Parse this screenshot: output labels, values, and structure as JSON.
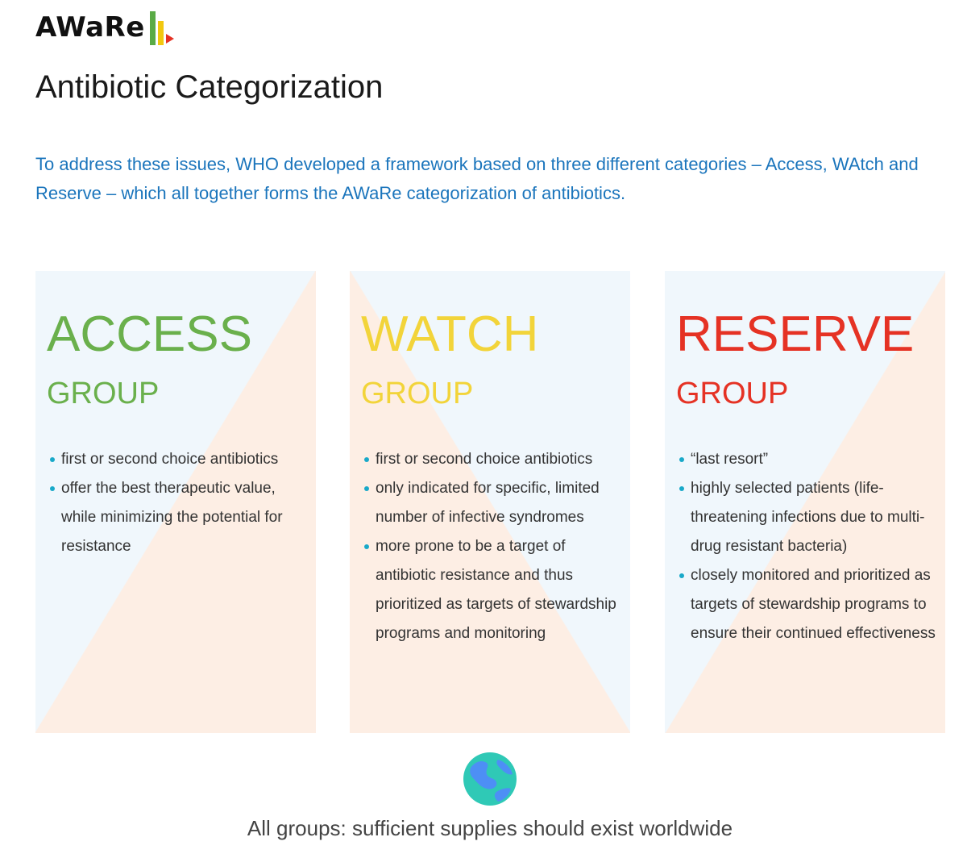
{
  "logo": {
    "text": "AWaRe",
    "icon": "aware-bars-icon"
  },
  "page_title": "Antibiotic Categorization",
  "intro": "To address these issues, WHO developed a framework based on three different categories – Access, WAtch and Reserve – which all together forms the AWaRe categorization of antibiotics.",
  "cards": [
    {
      "name": "ACCESS",
      "group": "GROUP",
      "color": "#6ab04c",
      "bullets": [
        "first or second choice antibiotics",
        "offer the best therapeutic value, while minimizing the potential for resistance"
      ]
    },
    {
      "name": "WATCH",
      "group": "GROUP",
      "color": "#f2d43a",
      "bullets": [
        "first or second choice antibiotics",
        "only indicated for specific, limited number of infective syndromes",
        "more prone to be a target of antibiotic resistance and thus prioritized as targets of stewardship programs and monitoring"
      ]
    },
    {
      "name": "RESERVE",
      "group": "GROUP",
      "color": "#e53224",
      "bullets": [
        "“last resort”",
        "highly selected patients (life-threatening infections due to multi-drug resistant bacteria)",
        "closely monitored and prioritized as targets of stewardship programs to ensure their continued effectiveness"
      ]
    }
  ],
  "footer": {
    "icon": "globe-icon",
    "text": "All groups: sufficient supplies should exist worldwide"
  }
}
